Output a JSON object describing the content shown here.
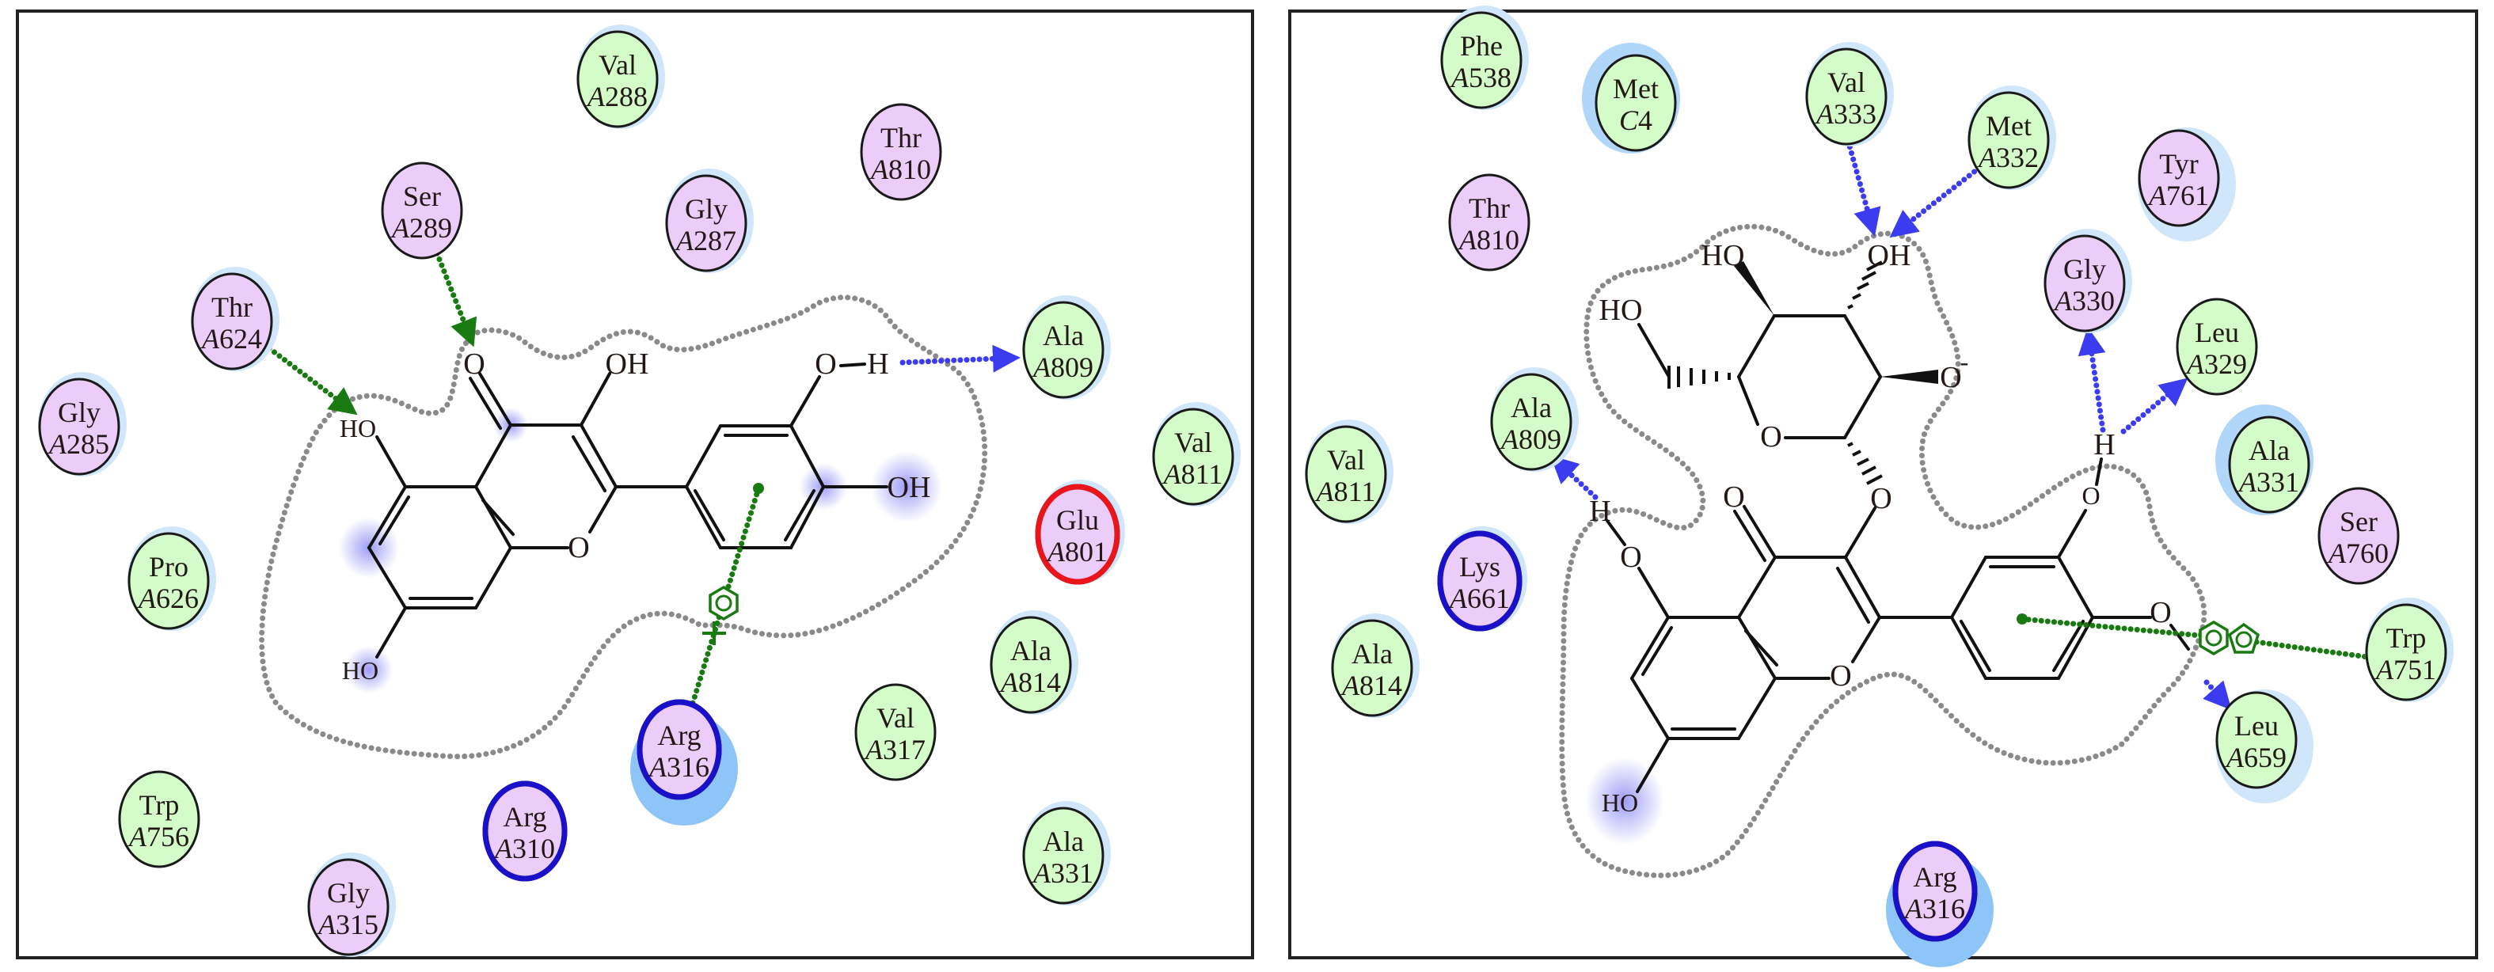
{
  "colors": {
    "hydrophobic_fill": "#d3fcc9",
    "polar_fill": "#eccdfa",
    "residue_outline": "#1a1a1a",
    "basic_ring": "#1a10c8",
    "acidic_ring": "#e8161b",
    "exposure_halo": "#8ec5f8",
    "light_halo": "#cfe6fb",
    "hbond_sidechain": "#1a7a12",
    "hbond_backbone": "#3b3bf0",
    "pocket_contour": "#8a8a8a",
    "solvent_glow": "#8c8cf5"
  },
  "panels": [
    {
      "name": "left",
      "residues": [
        {
          "id": "l-val-a288",
          "name": "Val",
          "chain": "A",
          "num": "288",
          "type": "hydrophobic",
          "halo": "light"
        },
        {
          "id": "l-thr-a810",
          "name": "Thr",
          "chain": "A",
          "num": "810",
          "type": "polar",
          "halo": "none"
        },
        {
          "id": "l-ser-a289",
          "name": "Ser",
          "chain": "A",
          "num": "289",
          "type": "polar",
          "halo": "none"
        },
        {
          "id": "l-gly-a287",
          "name": "Gly",
          "chain": "A",
          "num": "287",
          "type": "polar",
          "halo": "light"
        },
        {
          "id": "l-thr-a624",
          "name": "Thr",
          "chain": "A",
          "num": "624",
          "type": "polar",
          "halo": "light"
        },
        {
          "id": "l-gly-a285",
          "name": "Gly",
          "chain": "A",
          "num": "285",
          "type": "polar",
          "halo": "light"
        },
        {
          "id": "l-ala-a809",
          "name": "Ala",
          "chain": "A",
          "num": "809",
          "type": "hydrophobic",
          "halo": "light"
        },
        {
          "id": "l-val-a811",
          "name": "Val",
          "chain": "A",
          "num": "811",
          "type": "hydrophobic",
          "halo": "light"
        },
        {
          "id": "l-glu-a801",
          "name": "Glu",
          "chain": "A",
          "num": "801",
          "type": "polar",
          "ring": "acidic",
          "halo": "light"
        },
        {
          "id": "l-pro-a626",
          "name": "Pro",
          "chain": "A",
          "num": "626",
          "type": "hydrophobic",
          "halo": "light"
        },
        {
          "id": "l-ala-a814",
          "name": "Ala",
          "chain": "A",
          "num": "814",
          "type": "hydrophobic",
          "halo": "light"
        },
        {
          "id": "l-val-a317",
          "name": "Val",
          "chain": "A",
          "num": "317",
          "type": "hydrophobic",
          "halo": "none"
        },
        {
          "id": "l-arg-a316",
          "name": "Arg",
          "chain": "A",
          "num": "316",
          "type": "polar",
          "ring": "basic",
          "halo": "strong"
        },
        {
          "id": "l-trp-a756",
          "name": "Trp",
          "chain": "A",
          "num": "756",
          "type": "hydrophobic",
          "halo": "none"
        },
        {
          "id": "l-arg-a310",
          "name": "Arg",
          "chain": "A",
          "num": "310",
          "type": "polar",
          "ring": "basic",
          "halo": "none"
        },
        {
          "id": "l-ala-a331",
          "name": "Ala",
          "chain": "A",
          "num": "331",
          "type": "hydrophobic",
          "halo": "light"
        },
        {
          "id": "l-gly-a315",
          "name": "Gly",
          "chain": "A",
          "num": "315",
          "type": "polar",
          "halo": "light"
        }
      ],
      "atoms": [
        {
          "id": "l-o4",
          "label": "O"
        },
        {
          "id": "l-oh3",
          "label": "OH"
        },
        {
          "id": "l-o3p",
          "label": "O"
        },
        {
          "id": "l-h3p",
          "label": "H"
        },
        {
          "id": "l-oh4p",
          "label": "OH"
        },
        {
          "id": "l-ho5",
          "label": "HO"
        },
        {
          "id": "l-o1",
          "label": "O"
        },
        {
          "id": "l-ho7",
          "label": "HO"
        }
      ]
    },
    {
      "name": "right",
      "residues": [
        {
          "id": "r-phe-a538",
          "name": "Phe",
          "chain": "A",
          "num": "538",
          "type": "hydrophobic",
          "halo": "light"
        },
        {
          "id": "r-met-c4",
          "name": "Met",
          "chain": "C",
          "num": "4",
          "type": "hydrophobic",
          "halo": "strong-offset"
        },
        {
          "id": "r-val-a333",
          "name": "Val",
          "chain": "A",
          "num": "333",
          "type": "hydrophobic",
          "halo": "light"
        },
        {
          "id": "r-met-a332",
          "name": "Met",
          "chain": "A",
          "num": "332",
          "type": "hydrophobic",
          "halo": "light"
        },
        {
          "id": "r-thr-a810",
          "name": "Thr",
          "chain": "A",
          "num": "810",
          "type": "polar",
          "halo": "none"
        },
        {
          "id": "r-tyr-a761",
          "name": "Tyr",
          "chain": "A",
          "num": "761",
          "type": "polar",
          "halo": "medium"
        },
        {
          "id": "r-gly-a330",
          "name": "Gly",
          "chain": "A",
          "num": "330",
          "type": "polar",
          "halo": "light"
        },
        {
          "id": "r-leu-a329",
          "name": "Leu",
          "chain": "A",
          "num": "329",
          "type": "hydrophobic",
          "halo": "none"
        },
        {
          "id": "r-ala-a809",
          "name": "Ala",
          "chain": "A",
          "num": "809",
          "type": "hydrophobic",
          "halo": "light"
        },
        {
          "id": "r-val-a811",
          "name": "Val",
          "chain": "A",
          "num": "811",
          "type": "hydrophobic",
          "halo": "light"
        },
        {
          "id": "r-ala-a331",
          "name": "Ala",
          "chain": "A",
          "num": "331",
          "type": "hydrophobic",
          "halo": "strong-offset"
        },
        {
          "id": "r-ser-a760",
          "name": "Ser",
          "chain": "A",
          "num": "760",
          "type": "polar",
          "halo": "none"
        },
        {
          "id": "r-lys-a661",
          "name": "Lys",
          "chain": "A",
          "num": "661",
          "type": "polar",
          "ring": "basic",
          "halo": "light"
        },
        {
          "id": "r-ala-a814",
          "name": "Ala",
          "chain": "A",
          "num": "814",
          "type": "hydrophobic",
          "halo": "light"
        },
        {
          "id": "r-trp-a751",
          "name": "Trp",
          "chain": "A",
          "num": "751",
          "type": "hydrophobic",
          "halo": "light"
        },
        {
          "id": "r-leu-a659",
          "name": "Leu",
          "chain": "A",
          "num": "659",
          "type": "hydrophobic",
          "halo": "medium"
        },
        {
          "id": "r-arg-a316",
          "name": "Arg",
          "chain": "A",
          "num": "316",
          "type": "polar",
          "ring": "basic",
          "halo": "strong"
        }
      ],
      "atoms": [
        {
          "id": "r-ho-a",
          "label": "HO"
        },
        {
          "id": "r-oh-b",
          "label": "OH"
        },
        {
          "id": "r-ho-c",
          "label": "HO"
        },
        {
          "id": "r-ominus",
          "label": "O"
        },
        {
          "id": "r-ominus-charge",
          "label": "-"
        },
        {
          "id": "r-osug",
          "label": "O"
        },
        {
          "id": "r-o3",
          "label": "O"
        },
        {
          "id": "r-o4",
          "label": "O"
        },
        {
          "id": "r-o5",
          "label": "O"
        },
        {
          "id": "r-h5",
          "label": "H"
        },
        {
          "id": "r-o1",
          "label": "O"
        },
        {
          "id": "r-ho7",
          "label": "HO"
        },
        {
          "id": "r-o3p",
          "label": "O"
        },
        {
          "id": "r-h3p",
          "label": "H"
        },
        {
          "id": "r-o4p",
          "label": "O"
        }
      ]
    }
  ]
}
